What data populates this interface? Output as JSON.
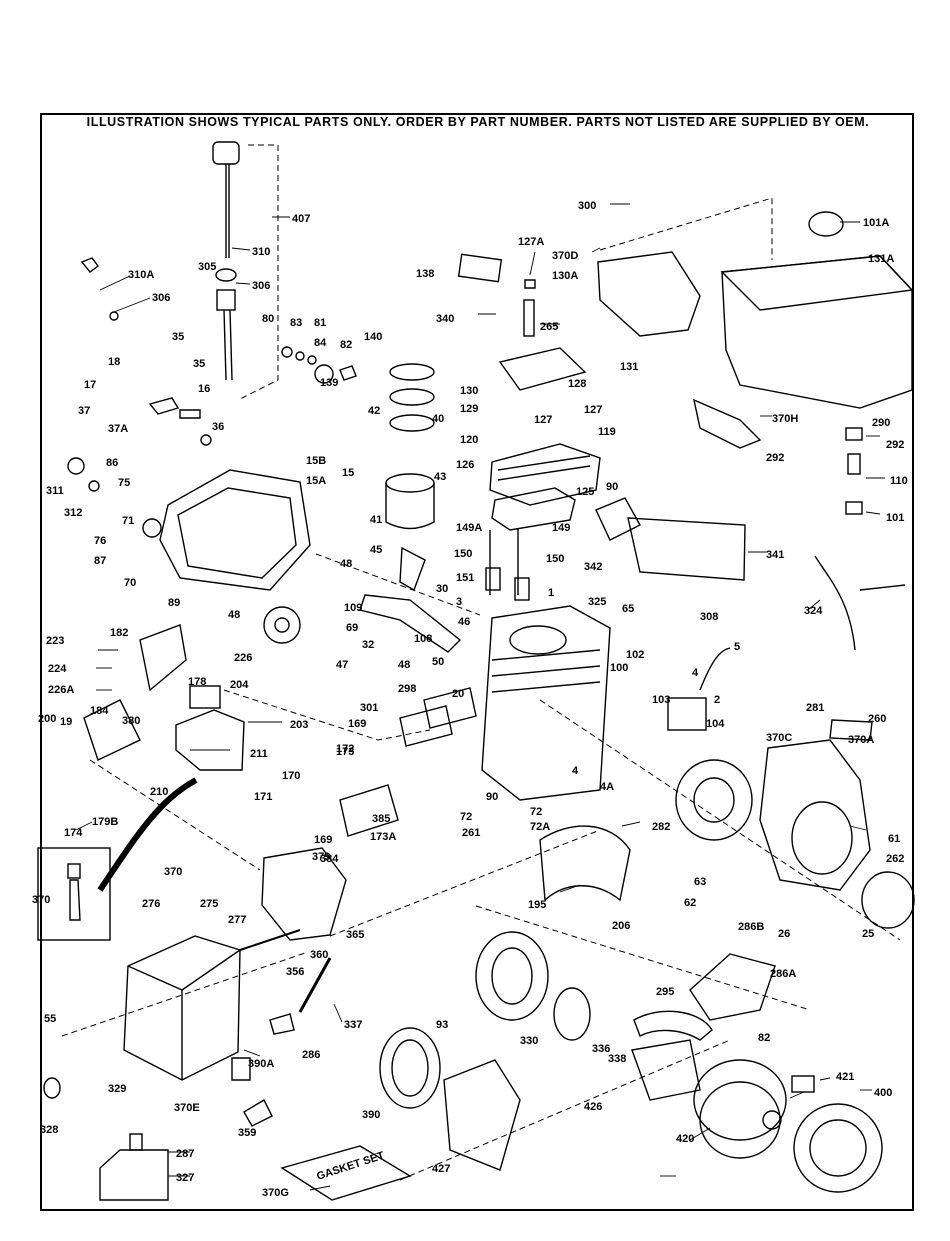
{
  "header": "ILLUSTRATION SHOWS TYPICAL PARTS ONLY. ORDER BY PART NUMBER. PARTS NOT LISTED ARE SUPPLIED BY OEM.",
  "gasket_set_label": "GASKET SET",
  "labels": [
    "407",
    "310",
    "305",
    "306",
    "310A",
    "306",
    "80",
    "83",
    "81",
    "84",
    "82",
    "140",
    "139",
    "35",
    "18",
    "35",
    "17",
    "16",
    "37",
    "37A",
    "36",
    "86",
    "75",
    "311",
    "312",
    "71",
    "76",
    "87",
    "70",
    "89",
    "15",
    "15B",
    "15A",
    "42",
    "40",
    "43",
    "41",
    "45",
    "48",
    "109",
    "69",
    "108",
    "30",
    "32",
    "50",
    "46",
    "48",
    "47",
    "48",
    "169",
    "298",
    "301",
    "300",
    "101A",
    "131A",
    "127A",
    "370D",
    "130A",
    "138",
    "340",
    "265",
    "131",
    "128",
    "130",
    "129",
    "127",
    "127",
    "120",
    "119",
    "126",
    "125",
    "149A",
    "149",
    "150",
    "150",
    "151",
    "1",
    "3",
    "325",
    "65",
    "308",
    "90",
    "342",
    "341",
    "370H",
    "292",
    "290",
    "292",
    "110",
    "101",
    "324",
    "5",
    "4",
    "102",
    "100",
    "103",
    "2",
    "104",
    "20",
    "4",
    "4A",
    "72",
    "72A",
    "72",
    "90",
    "261",
    "282",
    "281",
    "260",
    "370A",
    "370C",
    "61",
    "262",
    "63",
    "62",
    "286B",
    "26",
    "25",
    "206",
    "195",
    "223",
    "182",
    "224",
    "226A",
    "226",
    "204",
    "203",
    "200",
    "19",
    "184",
    "380",
    "178",
    "211",
    "210",
    "174",
    "179B",
    "171",
    "170",
    "173",
    "172",
    "169",
    "173A",
    "379",
    "385",
    "384",
    "370",
    "370",
    "275",
    "276",
    "277",
    "365",
    "360",
    "356",
    "286A",
    "295",
    "82",
    "93",
    "330",
    "336",
    "338",
    "337",
    "55",
    "329",
    "370E",
    "328",
    "286",
    "390A",
    "359",
    "390",
    "427",
    "426",
    "420",
    "421",
    "400",
    "287",
    "327",
    "370G"
  ]
}
